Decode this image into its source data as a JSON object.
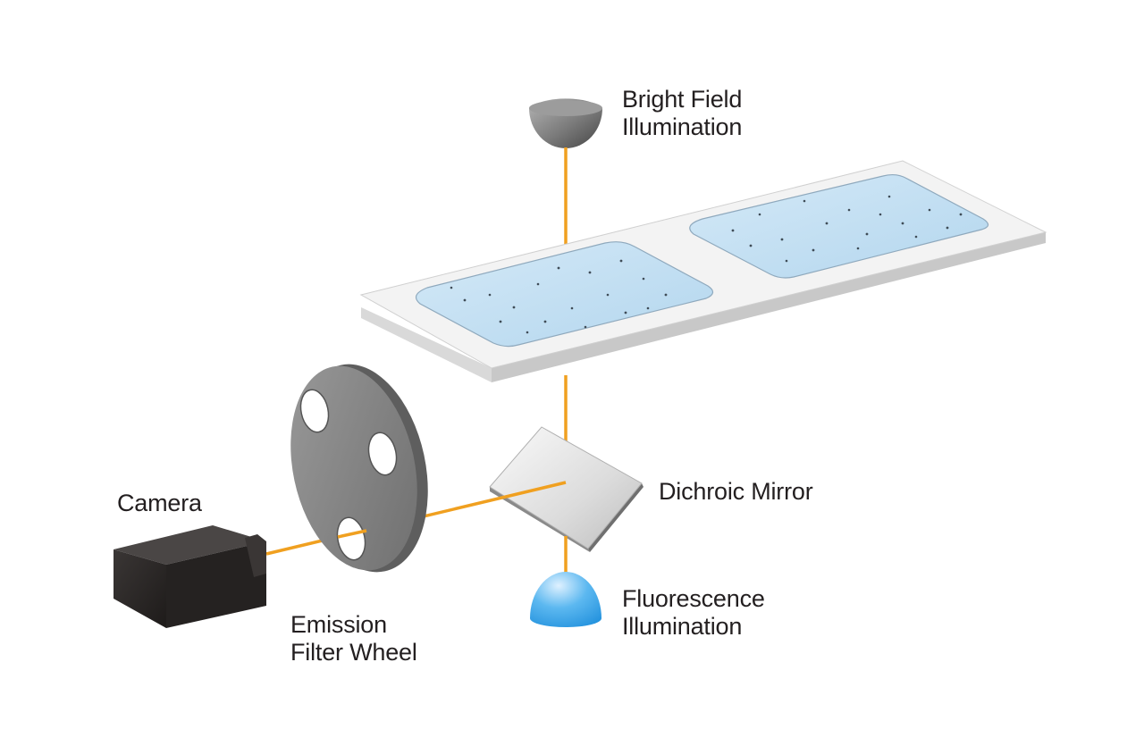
{
  "labels": {
    "bright_field": {
      "line1": "Bright Field",
      "line2": "Illumination"
    },
    "dichroic_mirror": "Dichroic Mirror",
    "camera": "Camera",
    "fluorescence": {
      "line1": "Fluorescence",
      "line2": "Illumination"
    },
    "emission_filter_wheel": {
      "line1": "Emission",
      "line2": "Filter Wheel"
    }
  },
  "colors": {
    "light_path": "#f0a020",
    "slide_well": "#c3dff2",
    "fluorescence_lamp": "#2a9ee6",
    "bright_field_lamp": "#8c8c8c",
    "camera_body": "#2e2a29",
    "filter_wheel": "#8a8a8a",
    "label_text": "#231f20"
  },
  "icons": [
    "bright-field-lamp-icon",
    "fluorescence-lamp-icon",
    "camera-icon",
    "filter-wheel-icon",
    "dichroic-mirror-icon",
    "microscope-slide-icon"
  ]
}
